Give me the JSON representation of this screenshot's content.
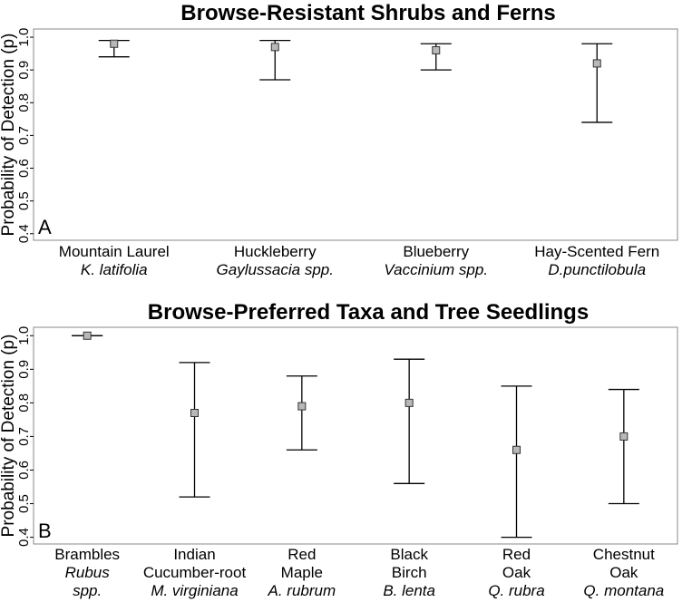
{
  "chart_data": [
    {
      "type": "scatter",
      "title": "Browse-Resistant Shrubs and Ferns",
      "ylabel": "Probability of Detection (p)",
      "panel": "A",
      "ylim": [
        0.38,
        1.025
      ],
      "yticks": [
        "0.4",
        "0.5",
        "0.6",
        "0.7",
        "0.8",
        "0.9",
        "1.0"
      ],
      "categories": [
        {
          "lines": [
            "Mountain Laurel"
          ],
          "italic": [
            "K. latifolia"
          ],
          "value": 0.98,
          "lower": 0.94,
          "upper": 0.99
        },
        {
          "lines": [
            "Huckleberry"
          ],
          "italic": [
            "Gaylussacia spp."
          ],
          "value": 0.97,
          "lower": 0.87,
          "upper": 0.99
        },
        {
          "lines": [
            "Blueberry"
          ],
          "italic": [
            "Vaccinium spp."
          ],
          "value": 0.96,
          "lower": 0.9,
          "upper": 0.98
        },
        {
          "lines": [
            "Hay-Scented Fern"
          ],
          "italic": [
            "D.punctilobula"
          ],
          "value": 0.92,
          "lower": 0.74,
          "upper": 0.98
        }
      ]
    },
    {
      "type": "scatter",
      "title": "Browse-Preferred Taxa and Tree Seedlings",
      "ylabel": "Probability of Detection (p)",
      "panel": "B",
      "ylim": [
        0.38,
        1.025
      ],
      "yticks": [
        "0.4",
        "0.5",
        "0.6",
        "0.7",
        "0.8",
        "0.9",
        "1.0"
      ],
      "categories": [
        {
          "lines": [
            "Brambles"
          ],
          "italic": [
            "Rubus",
            "spp."
          ],
          "value": 1.0,
          "lower": 1.0,
          "upper": 1.0
        },
        {
          "lines": [
            "Indian",
            "Cucumber-root"
          ],
          "italic": [
            "M. virginiana"
          ],
          "value": 0.77,
          "lower": 0.52,
          "upper": 0.92
        },
        {
          "lines": [
            "Red",
            "Maple"
          ],
          "italic": [
            "A. rubrum"
          ],
          "value": 0.79,
          "lower": 0.66,
          "upper": 0.88
        },
        {
          "lines": [
            "Black",
            "Birch"
          ],
          "italic": [
            "B. lenta"
          ],
          "value": 0.8,
          "lower": 0.56,
          "upper": 0.93
        },
        {
          "lines": [
            "Red",
            "Oak"
          ],
          "italic": [
            "Q. rubra"
          ],
          "value": 0.66,
          "lower": 0.4,
          "upper": 0.85
        },
        {
          "lines": [
            "Chestnut",
            "Oak"
          ],
          "italic": [
            "Q. montana"
          ],
          "value": 0.7,
          "lower": 0.5,
          "upper": 0.84
        }
      ]
    }
  ],
  "style": {
    "marker_fill": "#b8b8b8",
    "marker_stroke": "#333333",
    "line_color": "#000000",
    "frame_color": "#888888"
  }
}
